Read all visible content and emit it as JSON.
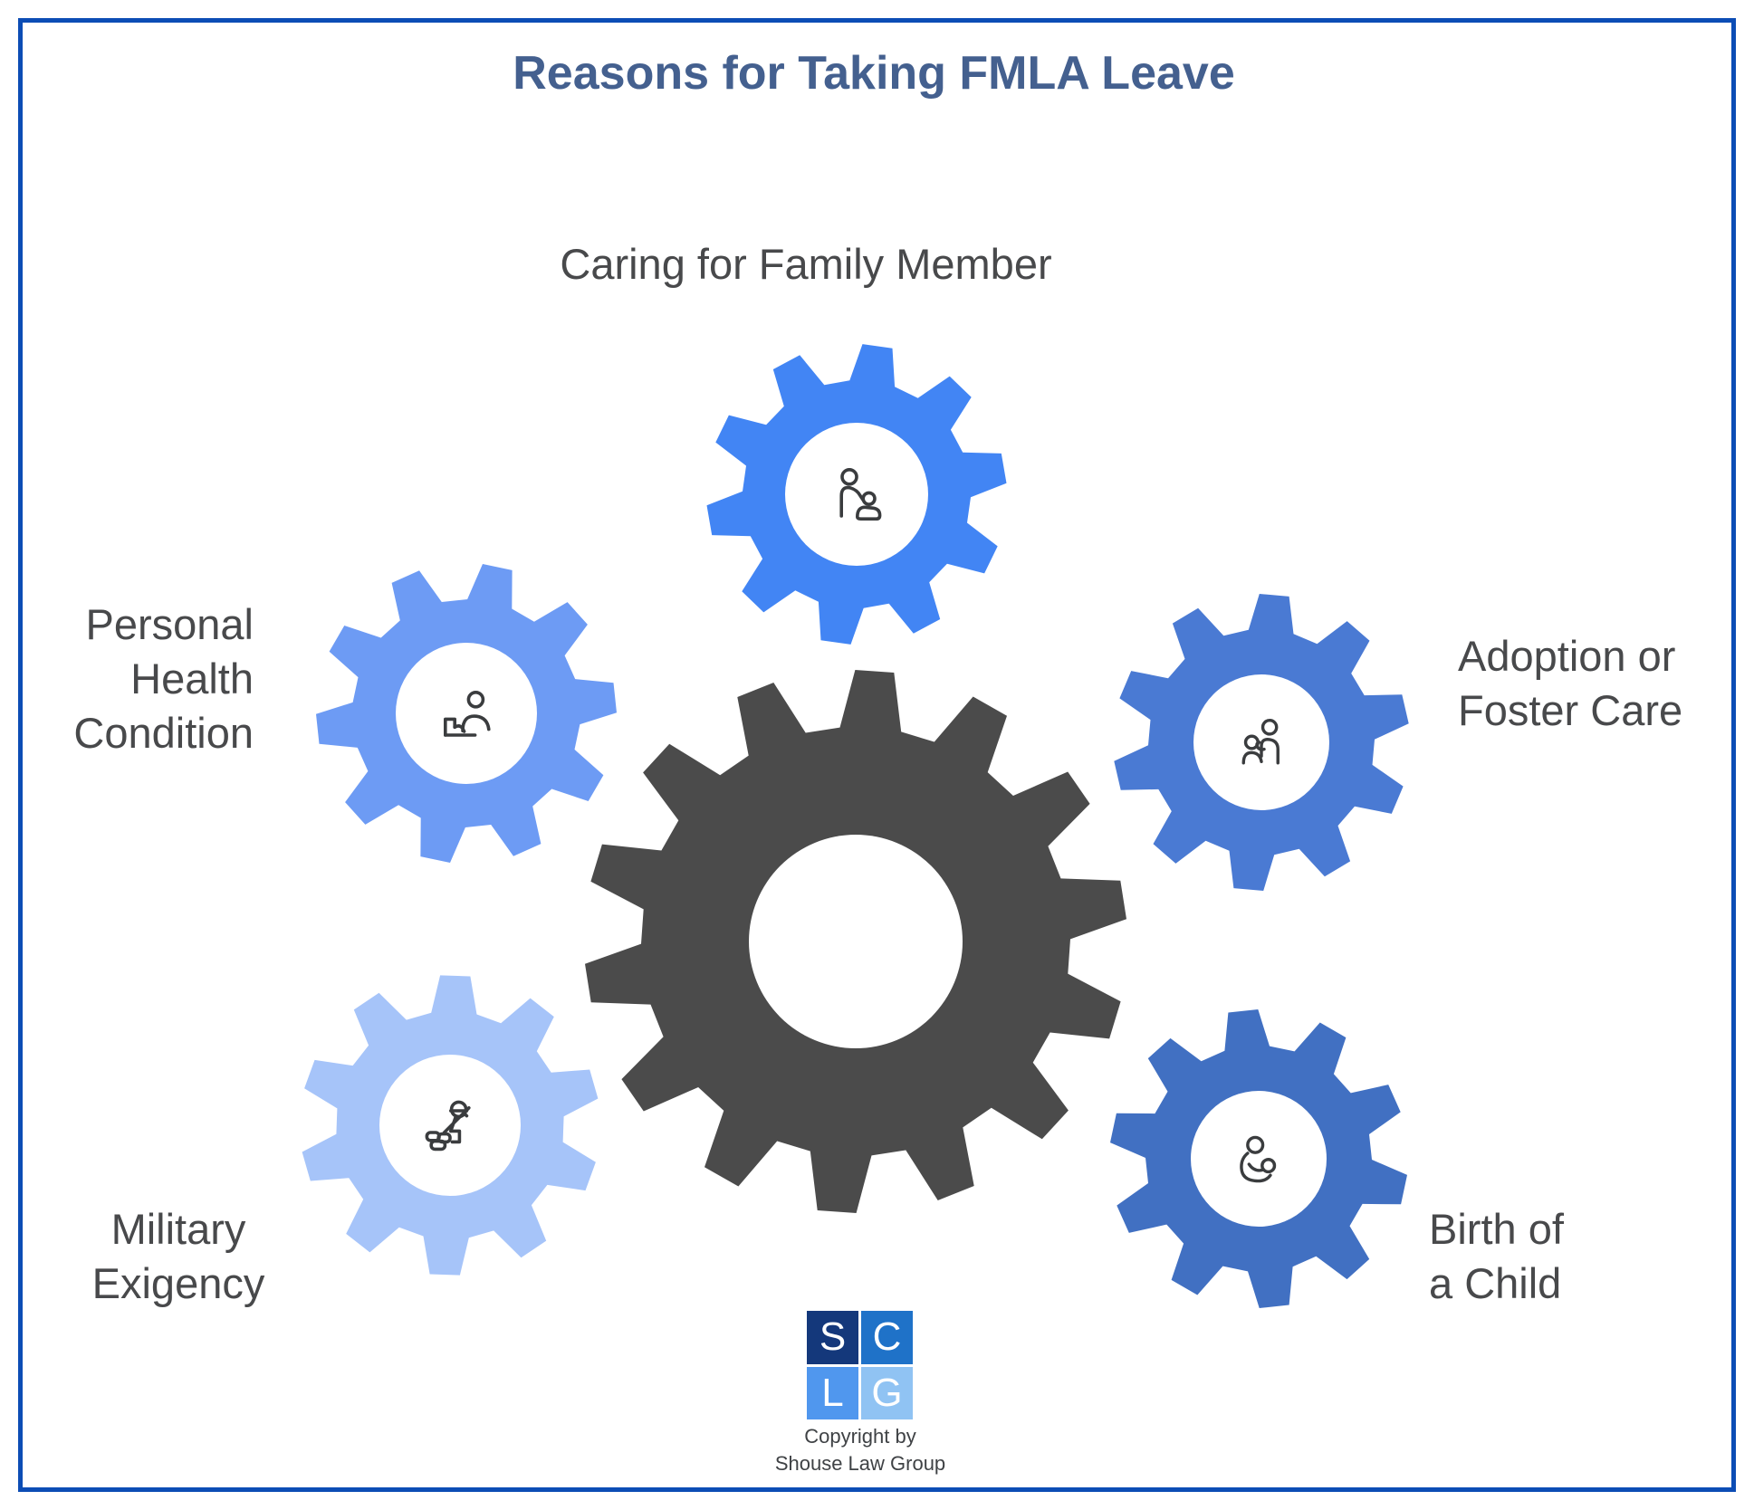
{
  "page": {
    "title": "Reasons for Taking FMLA Leave",
    "background_color": "#ffffff",
    "border_color": "#0c4db5",
    "title_color": "#44608f"
  },
  "diagram": {
    "center_gear": {
      "name": "fmla-hub-gear",
      "color": "#4b4b4b"
    },
    "label_color": "#48494b",
    "icon_stroke_color": "#3a3c3e",
    "reasons": [
      {
        "label_lines": [
          "Caring for Family Member"
        ],
        "icon": "caring-for-family-icon",
        "gear_color": "#4285f4"
      },
      {
        "label_lines": [
          "Personal",
          "Health",
          "Condition"
        ],
        "icon": "personal-health-icon",
        "gear_color": "#6d9bf4"
      },
      {
        "label_lines": [
          "Adoption or",
          "Foster Care"
        ],
        "icon": "adoption-foster-care-icon",
        "gear_color": "#4a7ad3"
      },
      {
        "label_lines": [
          "Military",
          "Exigency"
        ],
        "icon": "military-exigency-icon",
        "gear_color": "#a6c4f9"
      },
      {
        "label_lines": [
          "Birth of",
          "a Child"
        ],
        "icon": "birth-of-child-icon",
        "gear_color": "#4170c2"
      }
    ]
  },
  "footer": {
    "logo": {
      "letters": [
        "S",
        "C",
        "L",
        "G"
      ],
      "cell_colors": [
        "#14387b",
        "#1f72c8",
        "#5097ee",
        "#90c3f3"
      ],
      "letter_color": "#ffffff"
    },
    "copyright_lines": [
      "Copyright by",
      "Shouse Law Group"
    ]
  }
}
